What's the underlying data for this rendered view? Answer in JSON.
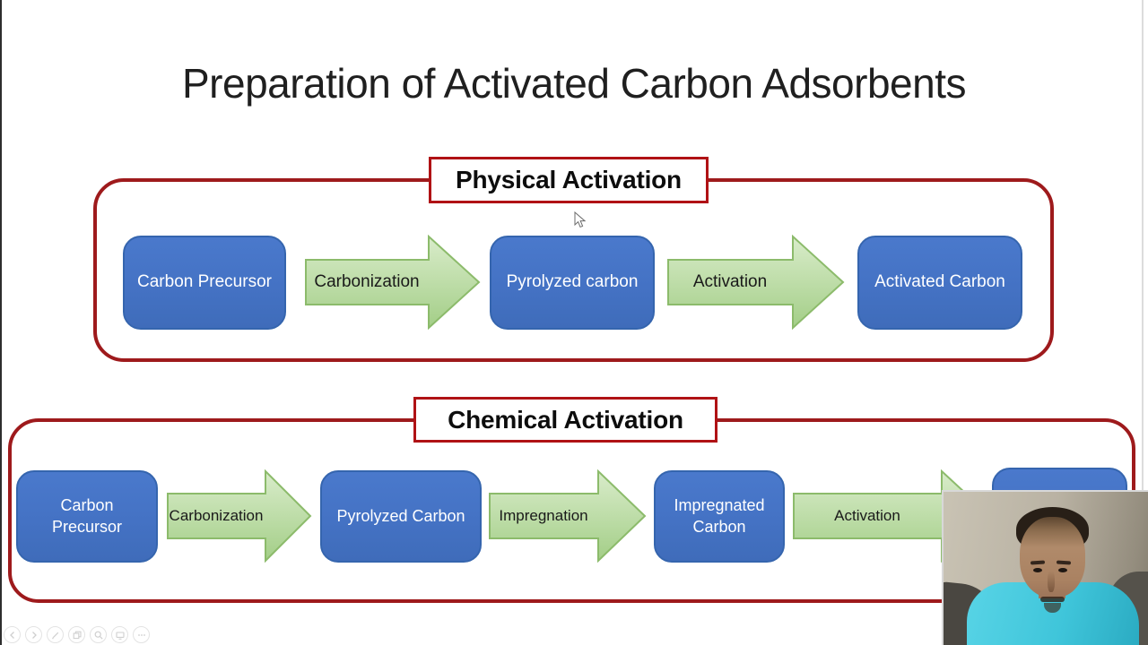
{
  "slide": {
    "title": "Preparation of Activated Carbon Adsorbents"
  },
  "physical": {
    "label": "Physical Activation",
    "boxes": [
      "Carbon Precursor",
      "Pyrolyzed carbon",
      "Activated Carbon"
    ],
    "arrows": [
      "Carbonization",
      "Activation"
    ]
  },
  "chemical": {
    "label": "Chemical Activation",
    "boxes": [
      "Carbon Precursor",
      "Pyrolyzed Carbon",
      "Impregnated Carbon",
      ""
    ],
    "arrows": [
      "Carbonization",
      "Impregnation",
      "Activation"
    ]
  },
  "toolbar": {
    "buttons": [
      {
        "icon": "chevron-left-icon",
        "name": "previous-slide"
      },
      {
        "icon": "chevron-right-icon",
        "name": "next-slide"
      },
      {
        "icon": "pen-icon",
        "name": "pen-tools"
      },
      {
        "icon": "slides-grid-icon",
        "name": "see-all-slides"
      },
      {
        "icon": "magnifier-icon",
        "name": "zoom"
      },
      {
        "icon": "monitor-icon",
        "name": "display-settings"
      },
      {
        "icon": "ellipsis-icon",
        "name": "more-options"
      }
    ]
  },
  "webcam": {
    "description": "presenter in teal scrub top against beige wall"
  },
  "colors": {
    "box_blue": "#4472C4",
    "box_blue_border": "#3565AE",
    "arrow_green_top": "#D9ECCA",
    "arrow_green_bottom": "#A3CE87",
    "arrow_green_border": "#8CBB6B",
    "container_red": "#9E1A1C",
    "label_border_red": "#B01215",
    "title_text": "#1F1F1F",
    "webcam_shirt": "#3FC5DA"
  }
}
